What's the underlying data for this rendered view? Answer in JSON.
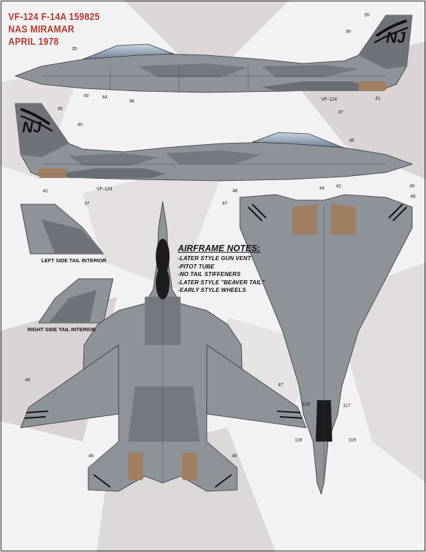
{
  "title": {
    "line1": "VF-124 F-14A 159825",
    "line2": "NAS MIRAMAR",
    "line3": "APRIL 1978"
  },
  "notes": {
    "heading": "AIRFRAME NOTES:",
    "items": [
      "-LATER STYLE GUN VENT",
      "-PITOT TUBE",
      "-NO TAIL STIFFENERS",
      "-LATER STYLE \"BEAVER TAIL\"",
      "-EARLY STYLE WHEELS"
    ]
  },
  "captions": {
    "left_tail": "LEFT SIDE TAIL INTERIOR",
    "right_tail": "RIGHT SIDE TAIL INTERIOR"
  },
  "markings": {
    "tail_code": "NJ",
    "modex": "VF-124"
  },
  "callouts": {
    "c35a": "35",
    "c39": "39",
    "c35b": "35",
    "c43": "43",
    "c44a": "44",
    "c36a": "36",
    "c37a": "37",
    "c41a": "41",
    "c35c": "35",
    "c40": "40",
    "c36b": "36",
    "c41b": "41",
    "c37b": "37",
    "c44b": "44",
    "c42": "42",
    "c45": "45",
    "c46a": "46",
    "c48a": "48",
    "c47a": "47",
    "c46b": "46",
    "c46c": "46",
    "c48b": "48",
    "c47b": "47",
    "c116": "116",
    "c117": "117",
    "c118": "118",
    "c119": "119"
  },
  "colors": {
    "title_red": "#b43a2e",
    "light_gray": "#8d9199",
    "dark_gray": "#6e737a",
    "callout_red": "#c0392b",
    "background_light": "#ececef",
    "background_shade": "#d8d2d4"
  }
}
